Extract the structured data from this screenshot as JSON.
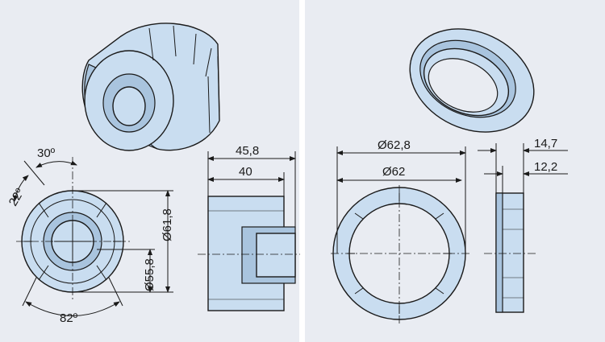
{
  "left_panel": {
    "dimensions": {
      "angle_top": "30º",
      "angle_left": "22º",
      "angle_bottom": "82º",
      "diameter_outer": "Ø61,8",
      "diameter_inner": "Ø55,8",
      "length_total": "45,8",
      "length_body": "40"
    }
  },
  "right_panel": {
    "dimensions": {
      "diameter_outer": "Ø62,8",
      "diameter_inner": "Ø62",
      "width_total": "14,7",
      "width_body": "12,2"
    }
  },
  "colors": {
    "background": "#e9ecf2",
    "divider": "#ffffff",
    "part_fill": "#c9ddf0",
    "outline": "#1a1a1a"
  }
}
